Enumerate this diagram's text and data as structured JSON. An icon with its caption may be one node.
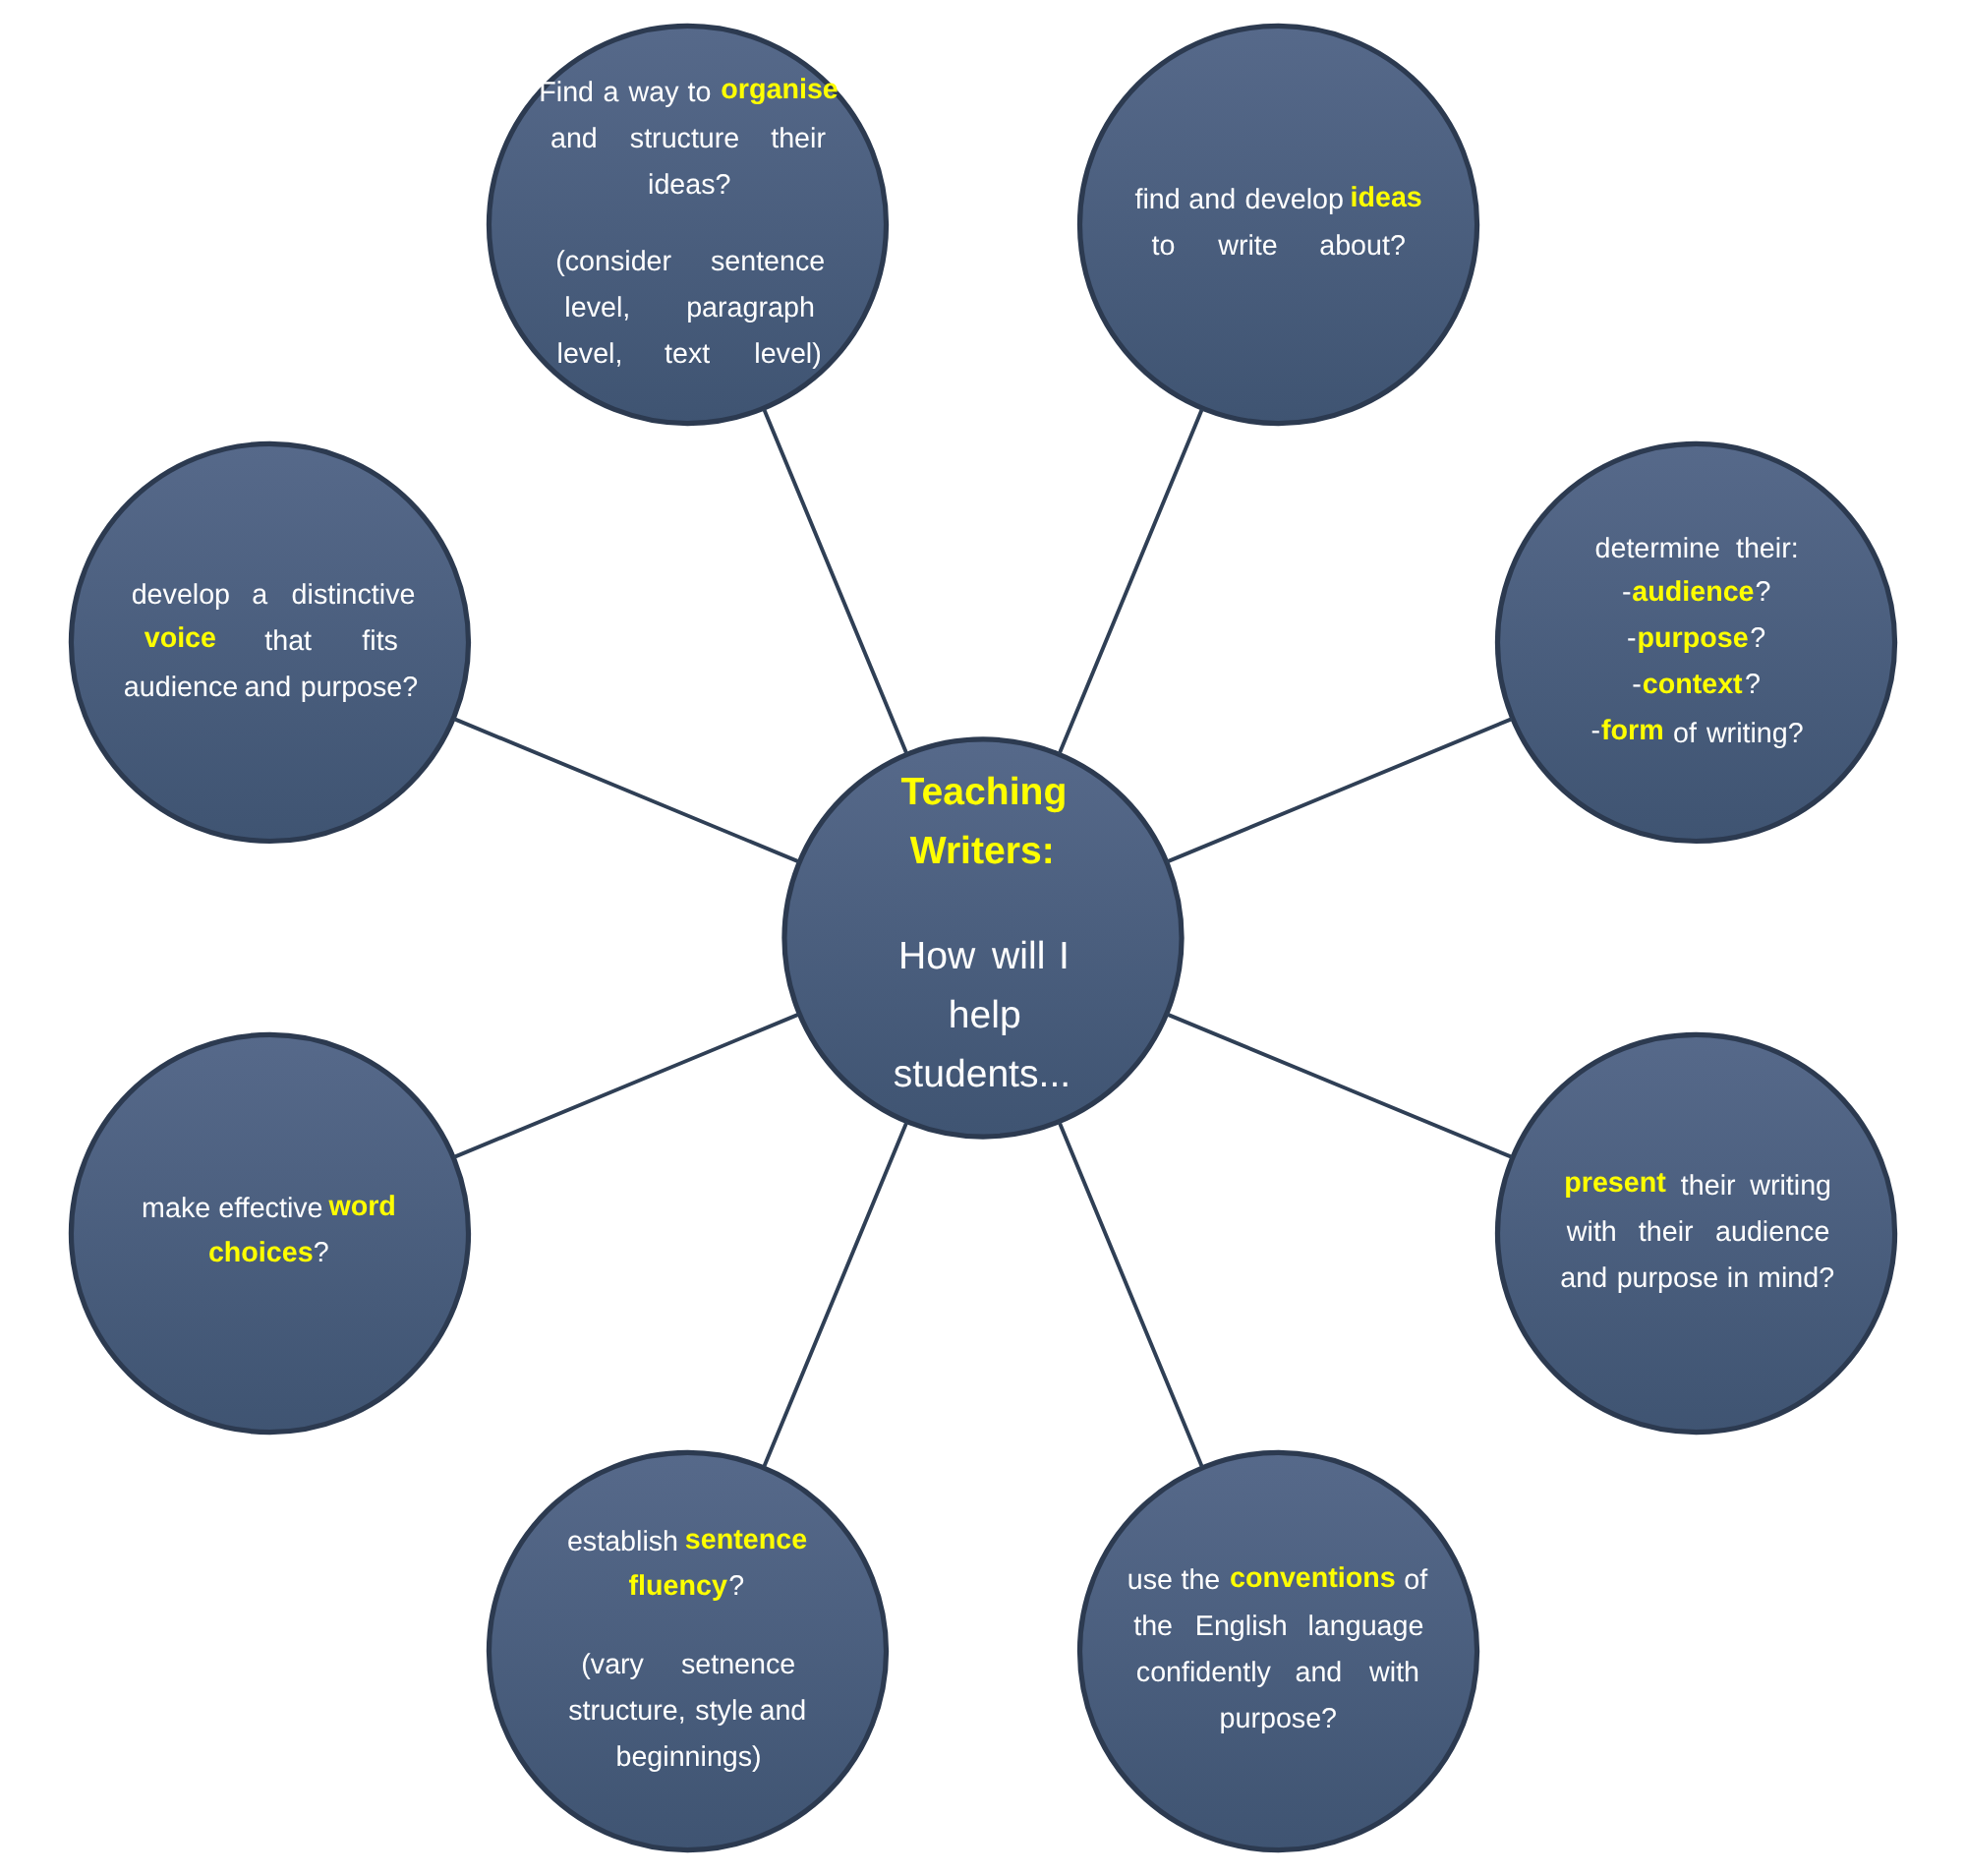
{
  "diagram": {
    "nodes": [
      {
        "text": [
          "**Teaching Writers:**",
          "How will I help students..."
        ]
      },
      {
        "text": [
          "determine their:",
          "-**audience**?",
          "-**purpose**?",
          "-**context**?",
          "-**form** of writing?"
        ]
      },
      {
        "text": [
          "find and develop **ideas** to write about?"
        ]
      },
      {
        "text": [
          "Find a way to **organise** and structure their ideas?",
          "(consider sentence level, paragraph level, text level)"
        ]
      },
      {
        "text": [
          "develop a distinctive **voice** that fits audience and purpose?"
        ]
      },
      {
        "text": [
          "make effective **word choices**?"
        ]
      },
      {
        "text": [
          "establish **sentence fluency**?",
          "(vary setnence structure, style and beginnings)"
        ]
      },
      {
        "text": [
          "use the **conventions** of the English language confidently and with purpose?"
        ]
      },
      {
        "text": [
          "**present** their writing with their audience and purpose in mind?"
        ]
      }
    ],
    "edges": [
      {
        "from": 0,
        "to": 1,
        "arrow": "none"
      },
      {
        "from": 0,
        "to": 2,
        "arrow": "none"
      },
      {
        "from": 0,
        "to": 3,
        "arrow": "none"
      },
      {
        "from": 0,
        "to": 4,
        "arrow": "none"
      },
      {
        "from": 0,
        "to": 5,
        "arrow": "none"
      },
      {
        "from": 0,
        "to": 6,
        "arrow": "none"
      },
      {
        "from": 0,
        "to": 7,
        "arrow": "none"
      },
      {
        "from": 0,
        "to": 8,
        "arrow": "none"
      }
    ]
  }
}
